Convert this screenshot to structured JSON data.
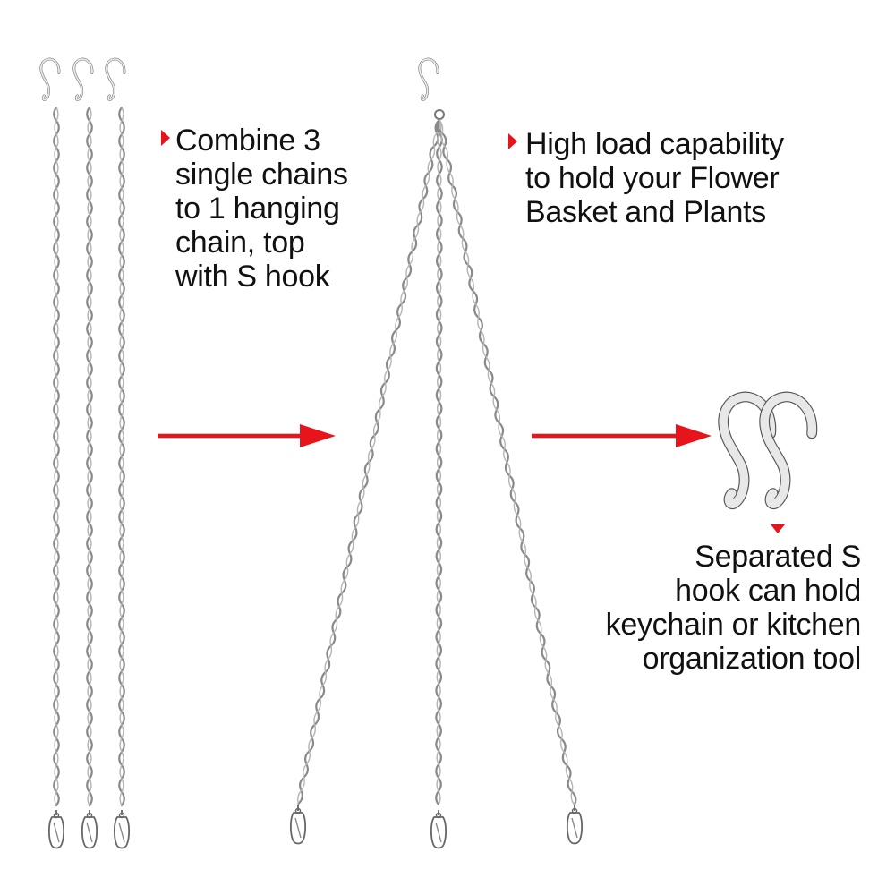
{
  "colors": {
    "accent": "#e8141b",
    "metal": "#8a8a8a",
    "text": "#111111",
    "background": "#ffffff"
  },
  "icons": {
    "bullet": "red-triangle-bullet-icon",
    "arrow": "red-right-arrow-icon",
    "hook": "s-hook-icon",
    "clip": "snap-clip-icon"
  },
  "captions": {
    "combine": {
      "lines": [
        "Combine 3",
        "single chains",
        "to 1 hanging",
        "chain, top",
        "with S hook"
      ]
    },
    "load": {
      "lines": [
        "High load capability",
        "to hold your Flower",
        "Basket and Plants"
      ]
    },
    "separated": {
      "lines": [
        "Separated S",
        "hook can hold",
        "keychain or kitchen",
        "organization tool"
      ]
    }
  }
}
